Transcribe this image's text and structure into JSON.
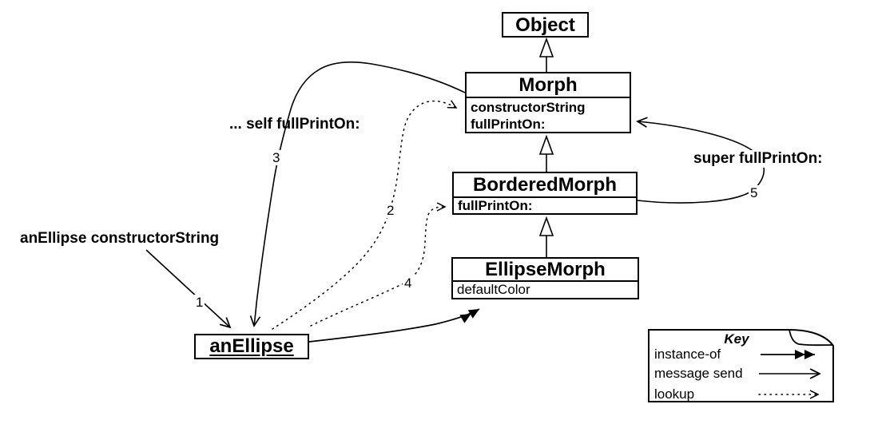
{
  "classes": {
    "object": {
      "name": "Object"
    },
    "morph": {
      "name": "Morph",
      "attr1": "constructorString",
      "attr2": "fullPrintOn:"
    },
    "borderedMorph": {
      "name": "BorderedMorph",
      "attr1": "fullPrintOn:"
    },
    "ellipseMorph": {
      "name": "EllipseMorph",
      "attr1": "defaultColor"
    },
    "instance": {
      "name": "anEllipse"
    }
  },
  "labels": {
    "send1": "anEllipse constructorString",
    "send3": "... self fullPrintOn:",
    "send5": "super fullPrintOn:",
    "step1": "1",
    "step2": "2",
    "step3": "3",
    "step4": "4",
    "step5": "5"
  },
  "key": {
    "title": "Key",
    "items": [
      {
        "label": "instance-of",
        "style": "double-solid-arrow"
      },
      {
        "label": "message send",
        "style": "open-arrow"
      },
      {
        "label": "lookup",
        "style": "dotted-open-arrow"
      }
    ]
  },
  "colors": {
    "ink": "#000000",
    "paper": "#ffffff"
  }
}
